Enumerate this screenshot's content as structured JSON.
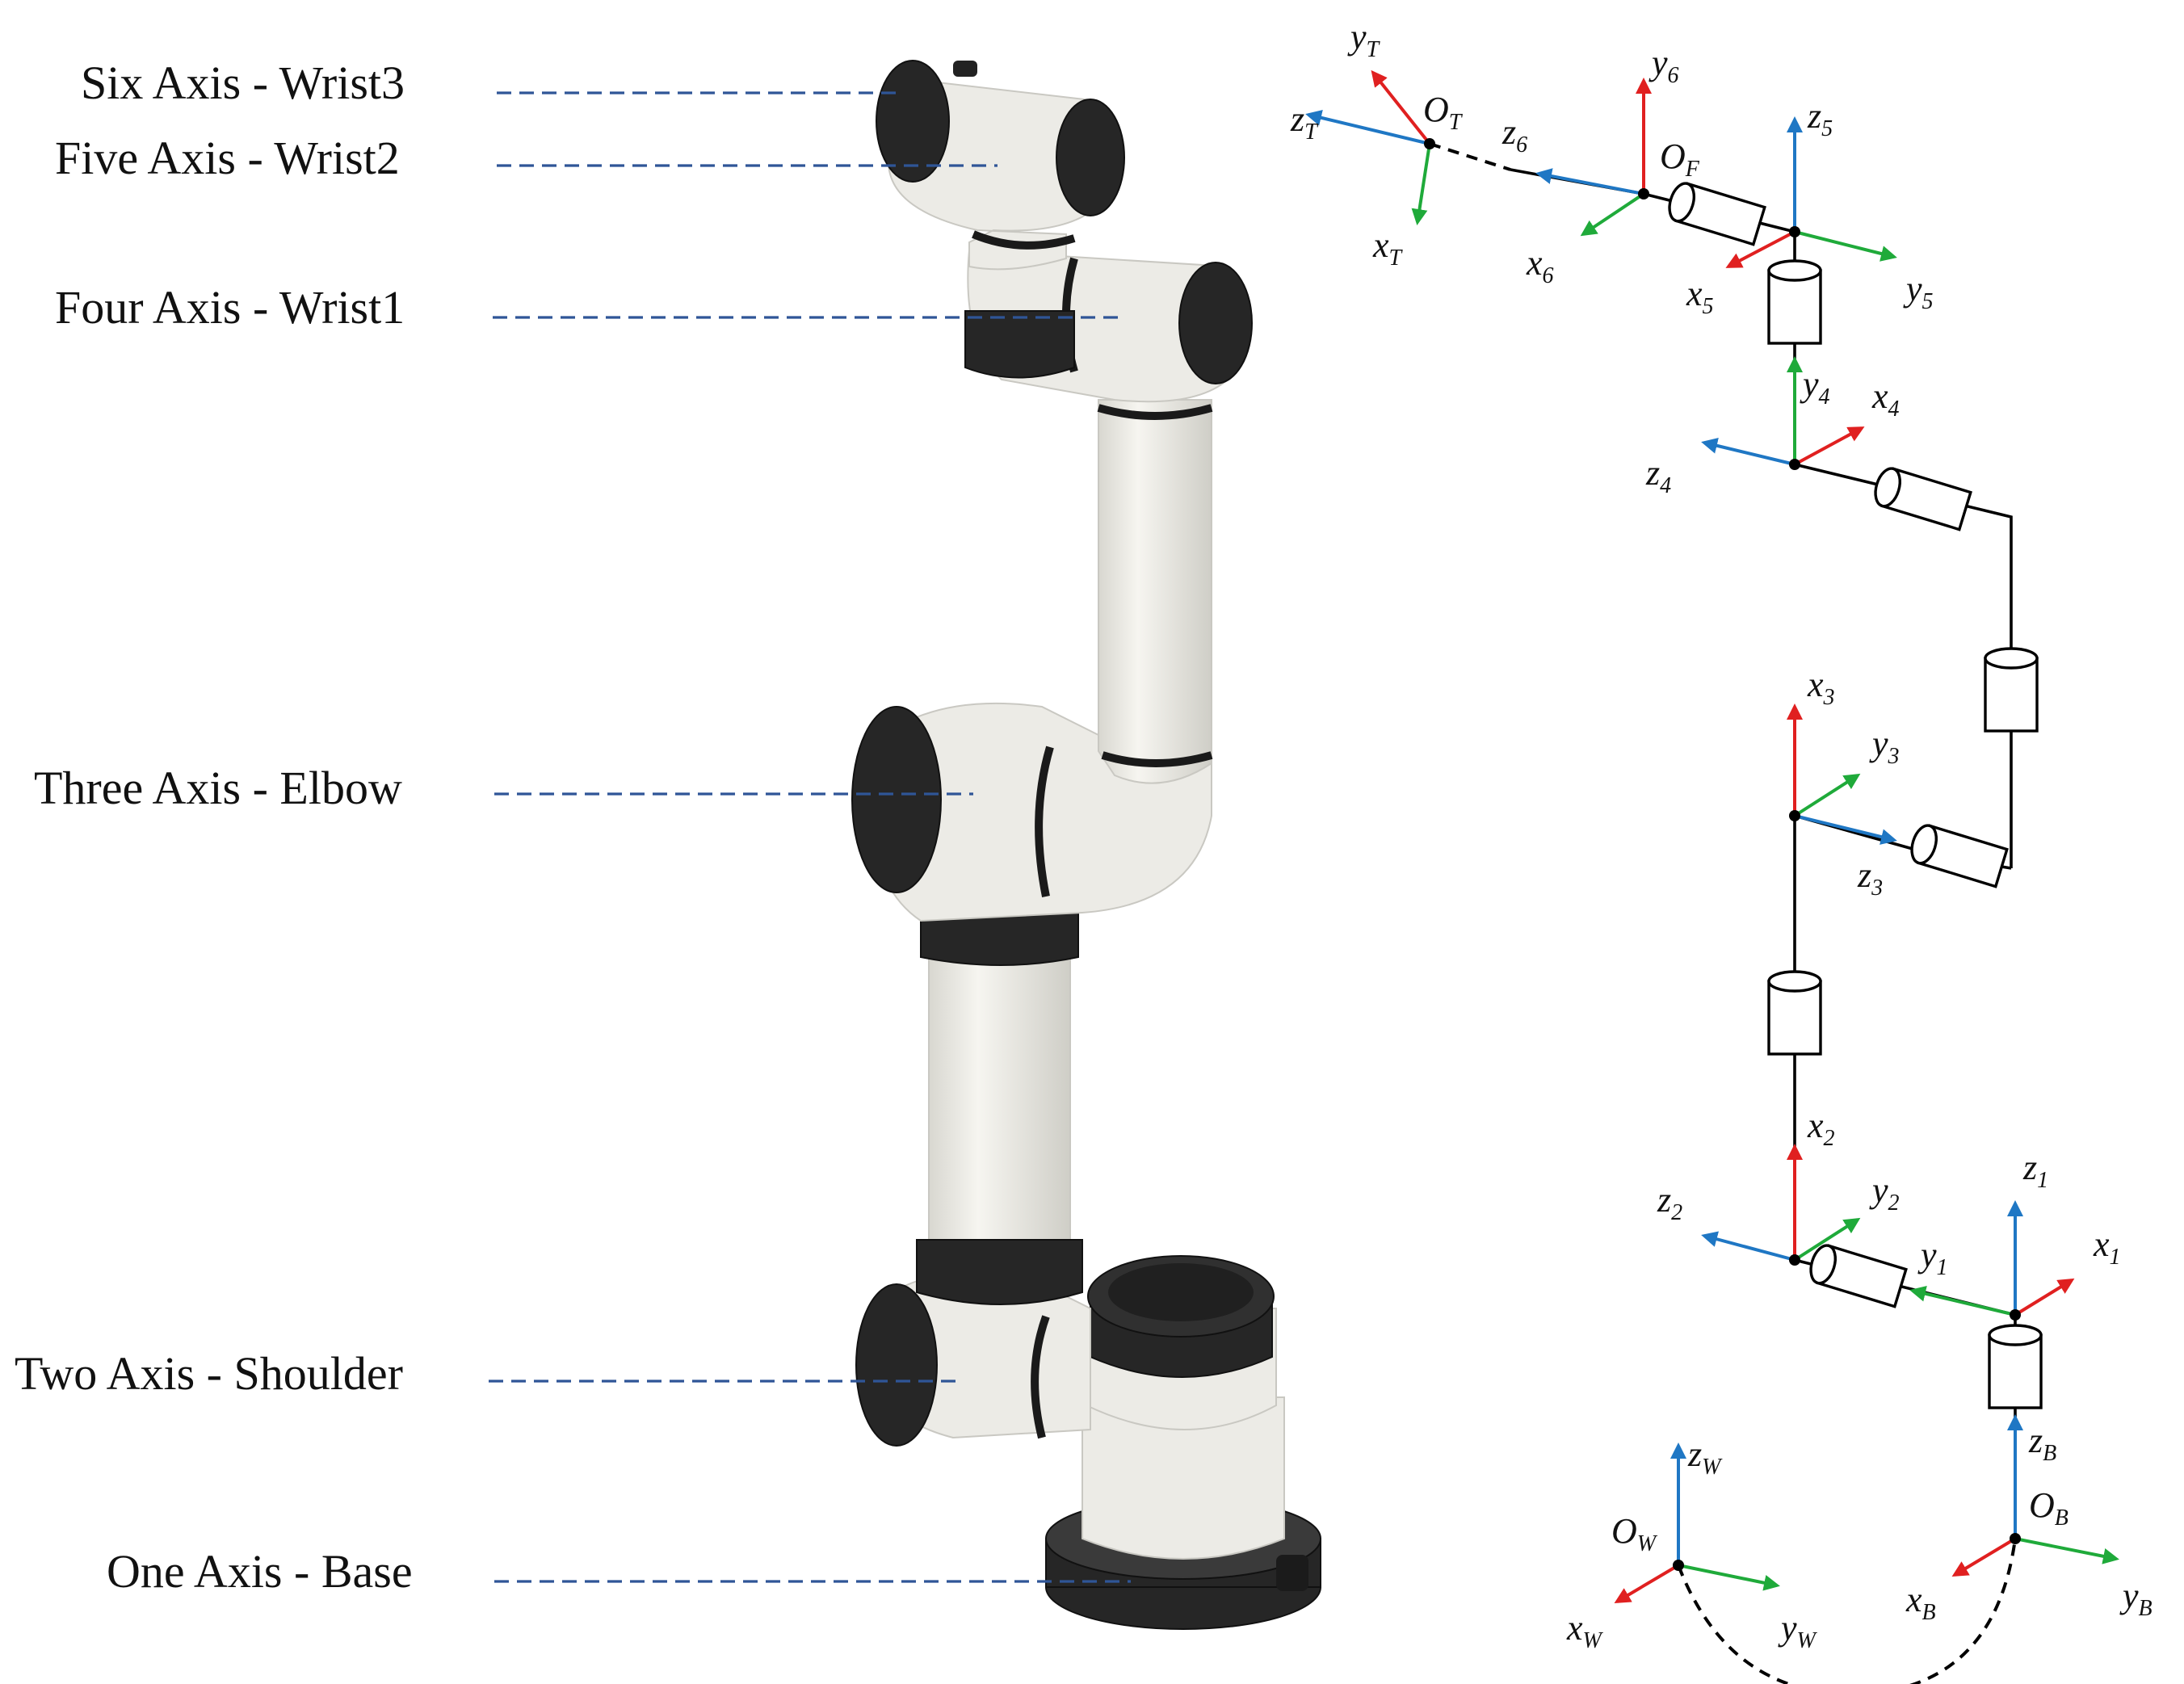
{
  "labels": {
    "six_axis": "Six Axis - Wrist3",
    "five_axis": "Five Axis - Wrist2",
    "four_axis": "Four Axis - Wrist1",
    "three_axis": "Three Axis - Elbow",
    "two_axis": "Two Axis - Shoulder",
    "one_axis": "One Axis - Base"
  },
  "frames": {
    "T": {
      "origin": "O",
      "origin_sub": "T",
      "x": "x",
      "x_sub": "T",
      "y": "y",
      "y_sub": "T",
      "z": "z",
      "z_sub": "T"
    },
    "F": {
      "origin": "O",
      "origin_sub": "F"
    },
    "6": {
      "x": "x",
      "x_sub": "6",
      "y": "y",
      "y_sub": "6",
      "z": "z",
      "z_sub": "6"
    },
    "5": {
      "x": "x",
      "x_sub": "5",
      "y": "y",
      "y_sub": "5",
      "z": "z",
      "z_sub": "5"
    },
    "4": {
      "x": "x",
      "x_sub": "4",
      "y": "y",
      "y_sub": "4",
      "z": "z",
      "z_sub": "4"
    },
    "3": {
      "x": "x",
      "x_sub": "3",
      "y": "y",
      "y_sub": "3",
      "z": "z",
      "z_sub": "3"
    },
    "2": {
      "x": "x",
      "x_sub": "2",
      "y": "y",
      "y_sub": "2",
      "z": "z",
      "z_sub": "2"
    },
    "1": {
      "x": "x",
      "x_sub": "1",
      "y": "y",
      "y_sub": "1",
      "z": "z",
      "z_sub": "1"
    },
    "B": {
      "origin": "O",
      "origin_sub": "B",
      "x": "x",
      "x_sub": "B",
      "y": "y",
      "y_sub": "B",
      "z": "z",
      "z_sub": "B"
    },
    "W": {
      "origin": "O",
      "origin_sub": "W",
      "x": "x",
      "x_sub": "W",
      "y": "y",
      "y_sub": "W",
      "z": "z",
      "z_sub": "W"
    }
  },
  "colors": {
    "x_axis": "#e02020",
    "y_axis": "#1faa3a",
    "z_axis": "#1f77c4",
    "leader": "#2f5597"
  }
}
